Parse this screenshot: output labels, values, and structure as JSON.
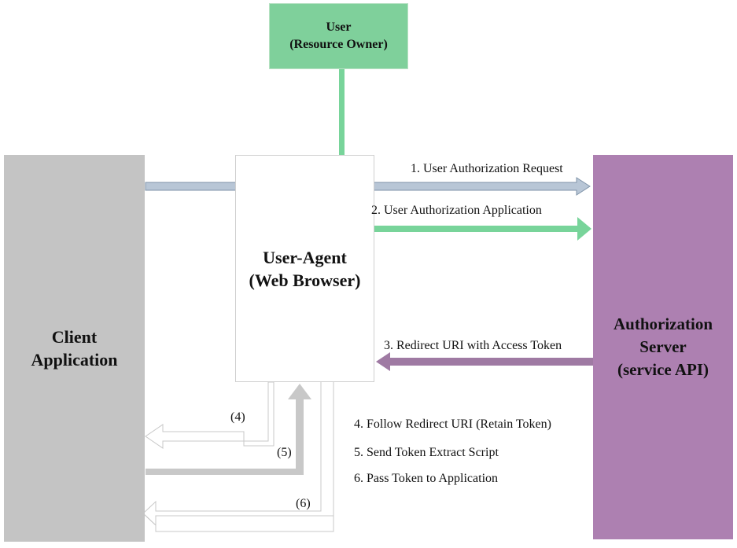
{
  "user": {
    "line1": "User",
    "line2": "(Resource Owner)"
  },
  "client": {
    "line1": "Client",
    "line2": "Application"
  },
  "agent": {
    "line1": "User-Agent",
    "line2": "(Web Browser)"
  },
  "auth": {
    "line1": "Authorization",
    "line2": "Server",
    "line3": "(service API)"
  },
  "flows": {
    "f1": "1. User Authorization Request",
    "f2": "2. User Authorization Application",
    "f3": "3. Redirect URI with Access Token",
    "f4": "4. Follow Redirect URI (Retain Token)",
    "f5": "5. Send Token Extract Script",
    "f6": "6. Pass Token to Application"
  },
  "steps": {
    "s4": "(4)",
    "s5": "(5)",
    "s6": "(6)"
  },
  "colors": {
    "user": "#7fd09b",
    "client": "#c4c4c4",
    "auth": "#ad80b1",
    "request_arrow": "#b8c6d6",
    "green_arrow": "#78d49a",
    "purple_arrow": "#9f7aa3",
    "gray_arrow": "#c8c8c8"
  }
}
